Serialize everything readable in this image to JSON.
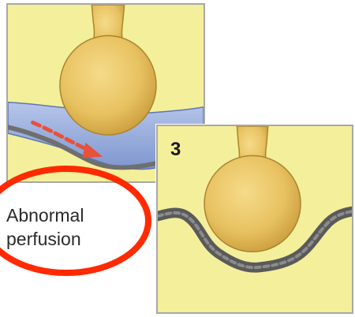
{
  "panels": {
    "left": {
      "number": ""
    },
    "right": {
      "number": "3"
    }
  },
  "annotation": {
    "lines": [
      "Abnormal",
      "perfusion"
    ],
    "ellipse_color": "#ff2a00"
  },
  "colors": {
    "background": "#f4ef9a",
    "balloon": "#e8c261",
    "vessel": "#9fb3df",
    "flow_arrow": "#e8513a",
    "tissue": "#6f6f6f"
  }
}
